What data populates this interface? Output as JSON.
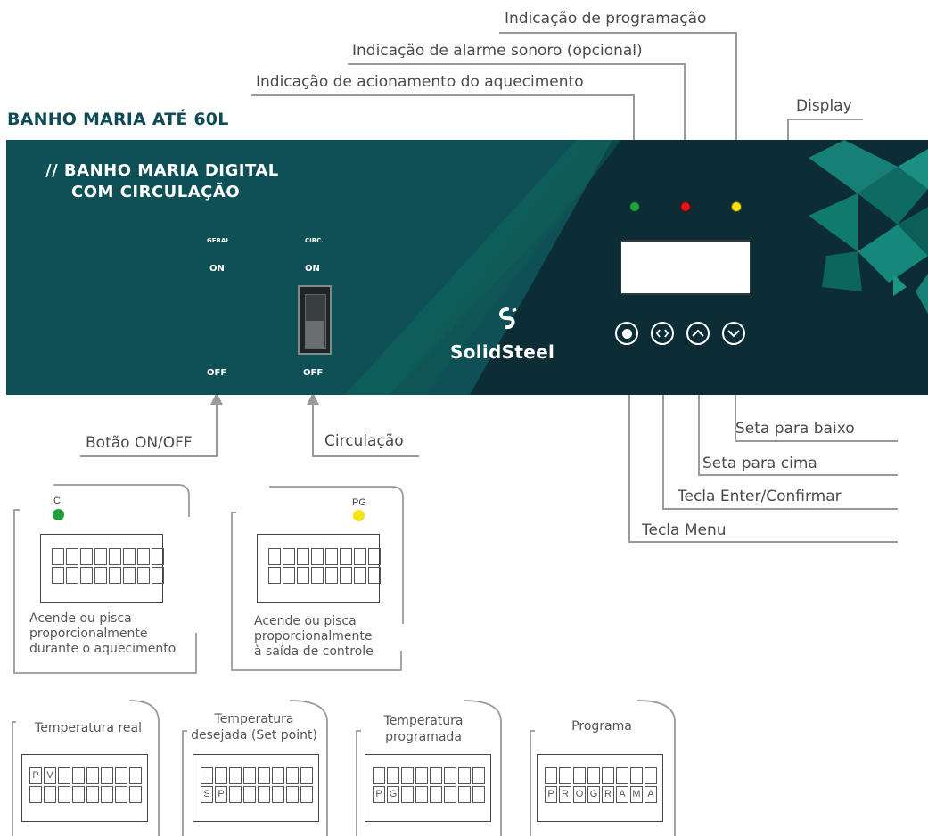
{
  "section_title": "BANHO MARIA ATÉ 60L",
  "panel": {
    "title_line1": "// BANHO MARIA DIGITAL",
    "title_line2": "COM CIRCULAÇÃO",
    "switch_geral": {
      "label": "GERAL",
      "on": "ON",
      "off": "OFF"
    },
    "switch_circ": {
      "label": "CIRC.",
      "on": "ON",
      "off": "OFF"
    },
    "brand": "SolidSteel",
    "leds": [
      {
        "name": "heating",
        "color": "#1fa03a"
      },
      {
        "name": "alarm",
        "color": "#e0141a"
      },
      {
        "name": "program",
        "color": "#f2e10f"
      }
    ],
    "keys": [
      "menu-icon",
      "enter-icon",
      "up-arrow-icon",
      "down-arrow-icon"
    ],
    "colors": {
      "panel_bg": "#0f4f56",
      "accent": "#13766e"
    }
  },
  "callouts": {
    "programacao": "Indicação de programação",
    "alarme": "Indicação de alarme sonoro (opcional)",
    "aquecimento": "Indicação de acionamento do aquecimento",
    "display": "Display",
    "botao": "Botão ON/OFF",
    "circulacao": "Circulação",
    "seta_baixo": "Seta para baixo",
    "seta_cima": "Seta para cima",
    "tecla_enter": "Tecla Enter/Confirmar",
    "tecla_menu": "Tecla Menu"
  },
  "detail_cards": [
    {
      "led_label": "C",
      "led_color": "#1fa03a",
      "desc_lines": [
        "Acende ou pisca",
        "proporcionalmente",
        "durante o aquecimento"
      ]
    },
    {
      "led_label": "PG",
      "led_color": "#f7e317",
      "desc_lines": [
        "Acende ou pisca",
        "proporcionalmente",
        "à saída de controle"
      ]
    }
  ],
  "display_cards": [
    {
      "title_lines": [
        "Temperatura real"
      ],
      "row1": [
        "P",
        "V",
        "",
        "",
        "",
        "",
        "",
        ""
      ],
      "row2": [
        "",
        "",
        "",
        "",
        "",
        "",
        "",
        ""
      ]
    },
    {
      "title_lines": [
        "Temperatura",
        "desejada (Set point)"
      ],
      "row1": [
        "",
        "",
        "",
        "",
        "",
        "",
        "",
        ""
      ],
      "row2": [
        "S",
        "P",
        "",
        "",
        "",
        "",
        "",
        ""
      ]
    },
    {
      "title_lines": [
        "Temperatura",
        "programada"
      ],
      "row1": [
        "",
        "",
        "",
        "",
        "",
        "",
        "",
        ""
      ],
      "row2": [
        "P",
        "G",
        "",
        "",
        "",
        "",
        "",
        ""
      ]
    },
    {
      "title_lines": [
        "Programa"
      ],
      "row1": [
        "",
        "",
        "",
        "",
        "",
        "",
        "",
        ""
      ],
      "row2": [
        "P",
        "R",
        "O",
        "G",
        "R",
        "A",
        "M",
        "A"
      ]
    }
  ]
}
